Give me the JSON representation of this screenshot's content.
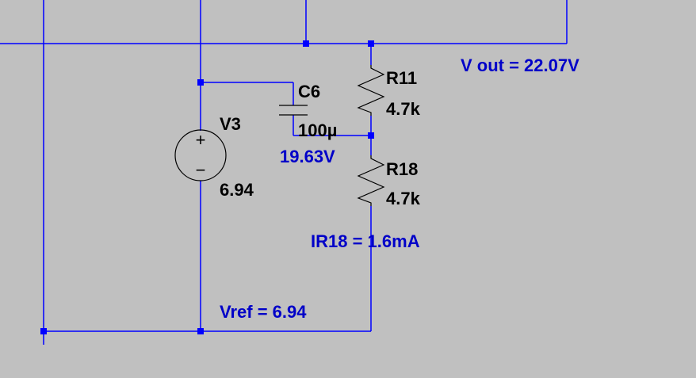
{
  "colors": {
    "background": "#c0c0c0",
    "wire": "#0000ff",
    "component": "#000000",
    "label_blue": "#0000c8"
  },
  "components": {
    "r11": {
      "name": "R11",
      "value": "4.7k"
    },
    "r18": {
      "name": "R18",
      "value": "4.7k"
    },
    "c6": {
      "name": "C6",
      "value": "100µ"
    },
    "v3": {
      "name": "V3",
      "value": "6.94",
      "plus_symbol": "+",
      "minus_symbol": "−"
    }
  },
  "annotations": {
    "vout": "V out = 22.07V",
    "cap_voltage": "19.63V",
    "ir18": "IR18 = 1.6mA",
    "vref": "Vref = 6.94"
  }
}
